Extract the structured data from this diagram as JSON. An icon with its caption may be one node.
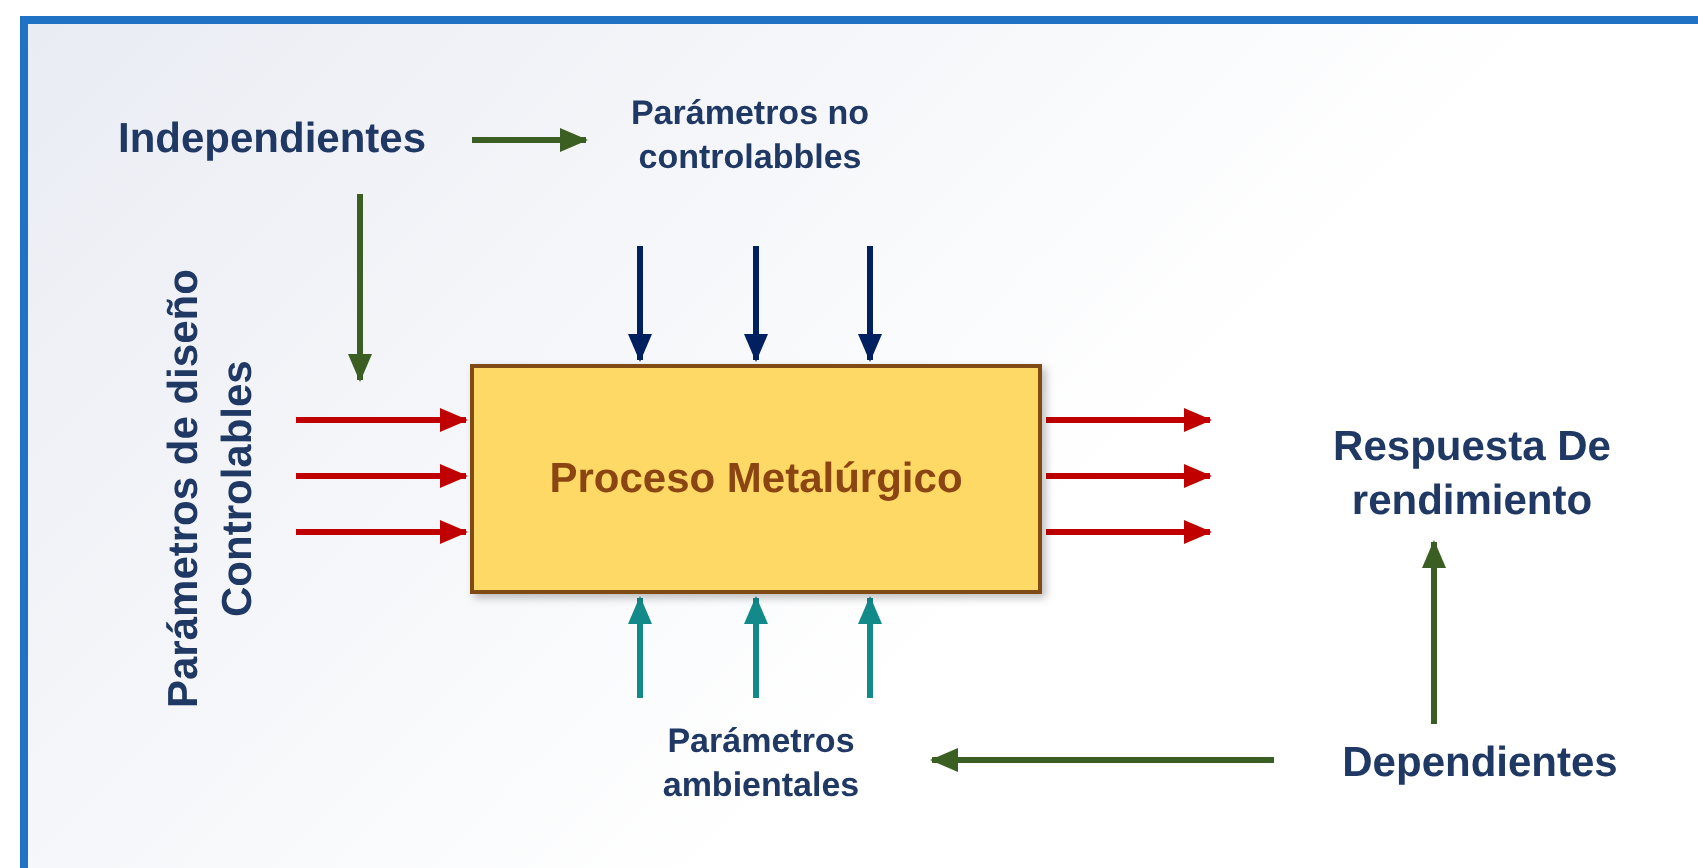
{
  "diagram": {
    "nodes": [
      {
        "text": [
          "Independientes"
        ]
      },
      {
        "text": [
          "Parámetros no controlabbles"
        ]
      },
      {
        "text": [
          "Parámetros de diseño Controlables"
        ]
      },
      {
        "text": [
          "Proceso Metalúrgico"
        ]
      },
      {
        "text": [
          "Respuesta De rendimiento"
        ]
      },
      {
        "text": [
          "Parámetros ambientales"
        ]
      },
      {
        "text": [
          "Dependientes"
        ]
      }
    ],
    "edges": [
      {
        "from": 0,
        "to": 1,
        "arrow": "to",
        "color": "#3b5e23"
      },
      {
        "from": 0,
        "to": 2,
        "arrow": "to",
        "color": "#3b5e23"
      },
      {
        "from": 1,
        "to": 3,
        "arrow": "to",
        "color": "#002060"
      },
      {
        "from": 1,
        "to": 3,
        "arrow": "to",
        "color": "#002060"
      },
      {
        "from": 1,
        "to": 3,
        "arrow": "to",
        "color": "#002060"
      },
      {
        "from": 2,
        "to": 3,
        "arrow": "to",
        "color": "#c00000"
      },
      {
        "from": 2,
        "to": 3,
        "arrow": "to",
        "color": "#c00000"
      },
      {
        "from": 2,
        "to": 3,
        "arrow": "to",
        "color": "#c00000"
      },
      {
        "from": 3,
        "to": null,
        "arrow": "to",
        "color": "#c00000"
      },
      {
        "from": 3,
        "to": null,
        "arrow": "to",
        "color": "#c00000"
      },
      {
        "from": 3,
        "to": null,
        "arrow": "to",
        "color": "#c00000"
      },
      {
        "from": 5,
        "to": 3,
        "arrow": "to",
        "color": "#138a8a"
      },
      {
        "from": 5,
        "to": 3,
        "arrow": "to",
        "color": "#138a8a"
      },
      {
        "from": 5,
        "to": 3,
        "arrow": "to",
        "color": "#138a8a"
      },
      {
        "from": 6,
        "to": 5,
        "arrow": "to",
        "color": "#3b5e23"
      },
      {
        "from": 6,
        "to": 4,
        "arrow": "to",
        "color": "#3b5e23"
      }
    ]
  }
}
